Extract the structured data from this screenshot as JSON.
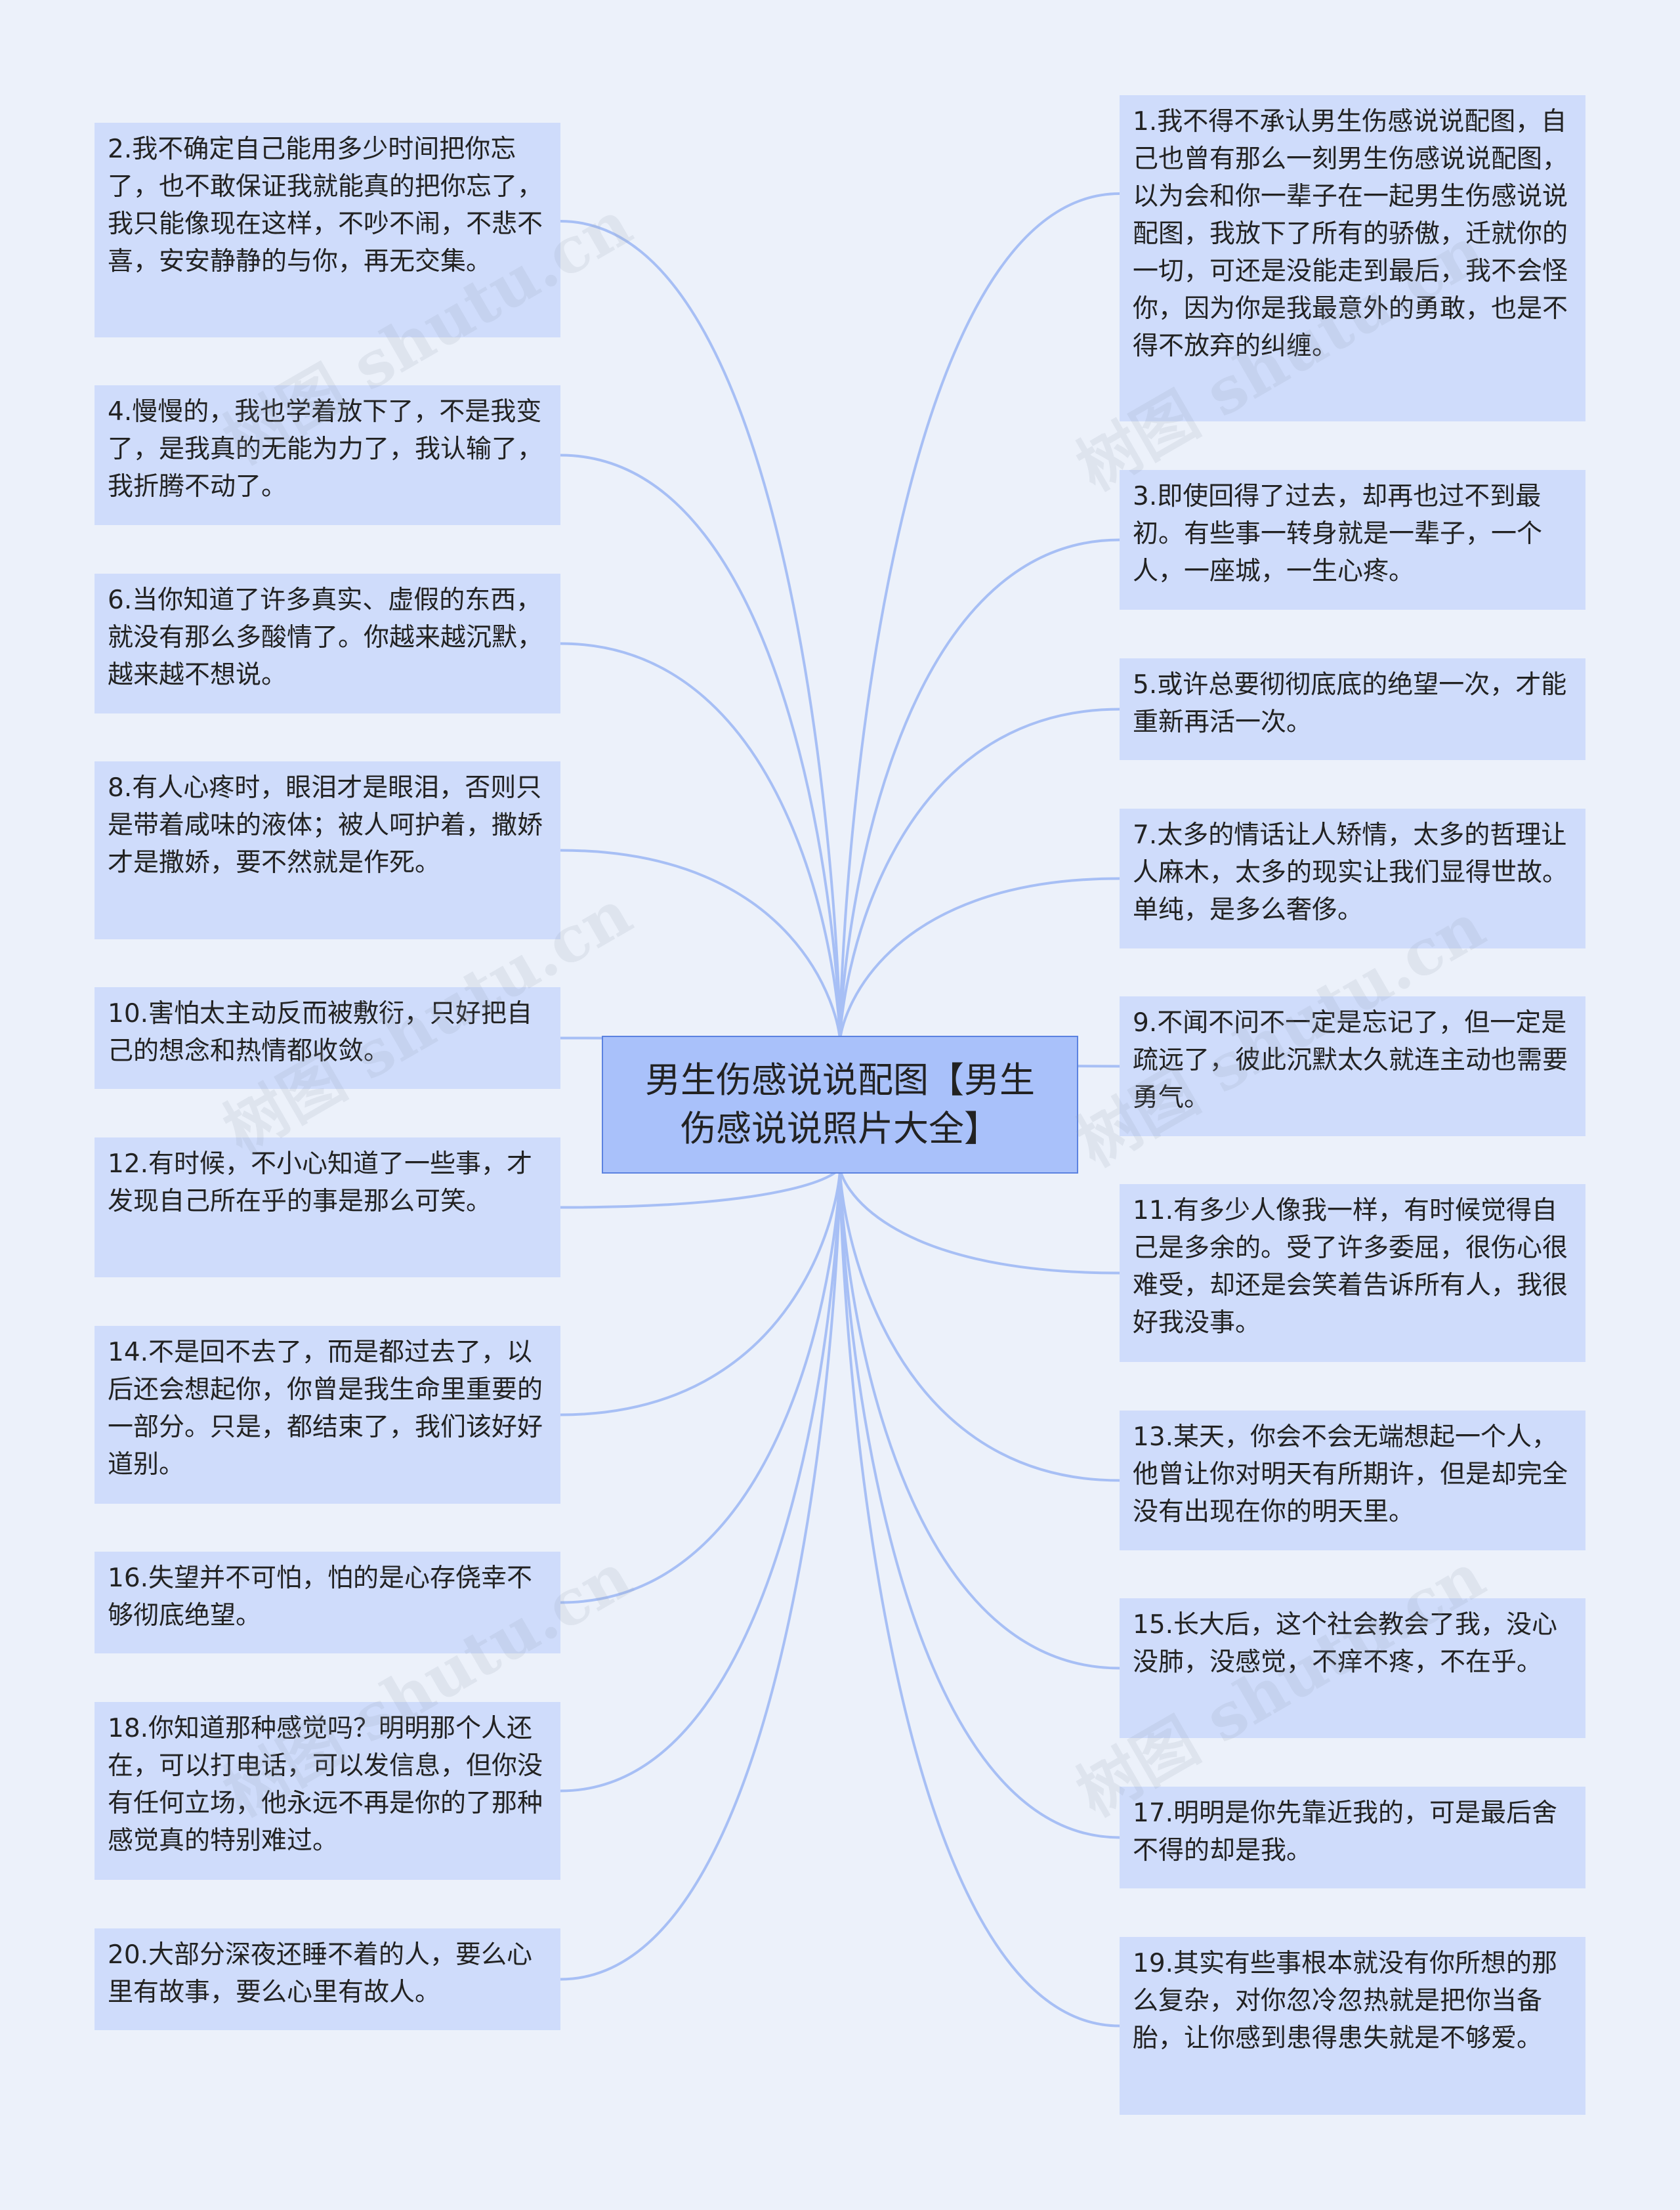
{
  "root": {
    "title": "男生伤感说说配图【男生伤感说说照片大全】"
  },
  "left": [
    {
      "text": "2.我不确定自己能用多少时间把你忘了，也不敢保证我就能真的把你忘了，我只能像现在这样，不吵不闹，不悲不喜，安安静静的与你，再无交集。"
    },
    {
      "text": "4.慢慢的，我也学着放下了，不是我变了，是我真的无能为力了，我认输了，我折腾不动了。"
    },
    {
      "text": "6.当你知道了许多真实、虚假的东西，就没有那么多酸情了。你越来越沉默，越来越不想说。"
    },
    {
      "text": "8.有人心疼时，眼泪才是眼泪，否则只是带着咸味的液体；被人呵护着，撒娇才是撒娇，要不然就是作死。"
    },
    {
      "text": "10.害怕太主动反而被敷衍，只好把自己的想念和热情都收敛。"
    },
    {
      "text": "12.有时候，不小心知道了一些事，才发现自己所在乎的事是那么可笑。"
    },
    {
      "text": "14.不是回不去了，而是都过去了，以后还会想起你，你曾是我生命里重要的一部分。只是，都结束了，我们该好好道别。"
    },
    {
      "text": "16.失望并不可怕，怕的是心存侥幸不够彻底绝望。"
    },
    {
      "text": "18.你知道那种感觉吗？明明那个人还在，可以打电话，可以发信息，但你没有任何立场，他永远不再是你的了那种感觉真的特别难过。"
    },
    {
      "text": "20.大部分深夜还睡不着的人，要么心里有故事，要么心里有故人。"
    }
  ],
  "right": [
    {
      "text": "1.我不得不承认男生伤感说说配图，自己也曾有那么一刻男生伤感说说配图，以为会和你一辈子在一起男生伤感说说配图，我放下了所有的骄傲，迁就你的一切，可还是没能走到最后，我不会怪你，因为你是我最意外的勇敢，也是不得不放弃的纠缠。"
    },
    {
      "text": "3.即使回得了过去，却再也过不到最初。有些事一转身就是一辈子，一个人，一座城，一生心疼。"
    },
    {
      "text": "5.或许总要彻彻底底的绝望一次，才能重新再活一次。"
    },
    {
      "text": "7.太多的情话让人矫情，太多的哲理让人麻木，太多的现实让我们显得世故。单纯，是多么奢侈。"
    },
    {
      "text": "9.不闻不问不一定是忘记了，但一定是疏远了，彼此沉默太久就连主动也需要勇气。"
    },
    {
      "text": "11.有多少人像我一样，有时候觉得自己是多余的。受了许多委屈，很伤心很难受，却还是会笑着告诉所有人，我很好我没事。"
    },
    {
      "text": "13.某天，你会不会无端想起一个人，他曾让你对明天有所期许，但是却完全没有出现在你的明天里。"
    },
    {
      "text": "15.长大后，这个社会教会了我，没心没肺，没感觉，不痒不疼，不在乎。"
    },
    {
      "text": "17.明明是你先靠近我的，可是最后舍不得的却是我。"
    },
    {
      "text": "19.其实有些事根本就没有你所想的那么复杂，对你忽冷忽热就是把你当备胎，让你感到患得患失就是不够爱。"
    }
  ],
  "watermark": "树图 shutu.cn",
  "colors": {
    "background": "#ecf1fa",
    "node": "#cfdcfb",
    "root": "#a9c1fa",
    "root_border": "#5b82e0",
    "link": "#a7bff5"
  }
}
